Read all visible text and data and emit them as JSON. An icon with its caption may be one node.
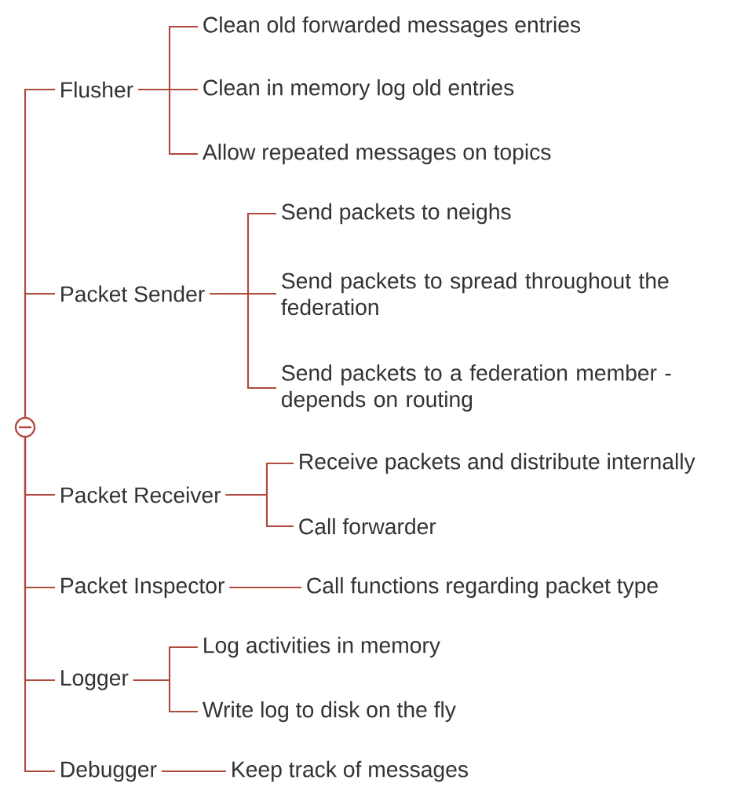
{
  "diagram": {
    "nodes": [
      {
        "text": [],
        "shape": "circle"
      },
      {
        "text": [
          "Flusher"
        ]
      },
      {
        "text": [
          "Clean old forwarded messages entries"
        ]
      },
      {
        "text": [
          "Clean in memory log old entries"
        ]
      },
      {
        "text": [
          "Allow repeated messages on topics"
        ]
      },
      {
        "text": [
          "Packet Sender"
        ]
      },
      {
        "text": [
          "Send packets to neighs"
        ]
      },
      {
        "text": [
          "Send packets to spread throughout the federation"
        ]
      },
      {
        "text": [
          "Send packets to a federation member - depends on routing"
        ]
      },
      {
        "text": [
          "Packet Receiver"
        ]
      },
      {
        "text": [
          "Receive packets and distribute internally"
        ]
      },
      {
        "text": [
          "Call forwarder"
        ]
      },
      {
        "text": [
          "Packet Inspector"
        ]
      },
      {
        "text": [
          "Call functions regarding packet type"
        ]
      },
      {
        "text": [
          "Logger"
        ]
      },
      {
        "text": [
          "Log activities in memory"
        ]
      },
      {
        "text": [
          "Write log to disk on the fly"
        ]
      },
      {
        "text": [
          "Debugger"
        ]
      },
      {
        "text": [
          "Keep track of messages"
        ]
      }
    ],
    "edges": [
      {
        "from": 0,
        "to": 1,
        "arrow": "none"
      },
      {
        "from": 0,
        "to": 5,
        "arrow": "none"
      },
      {
        "from": 0,
        "to": 9,
        "arrow": "none"
      },
      {
        "from": 0,
        "to": 12,
        "arrow": "none"
      },
      {
        "from": 0,
        "to": 14,
        "arrow": "none"
      },
      {
        "from": 0,
        "to": 17,
        "arrow": "none"
      },
      {
        "from": 1,
        "to": 2,
        "arrow": "none"
      },
      {
        "from": 1,
        "to": 3,
        "arrow": "none"
      },
      {
        "from": 1,
        "to": 4,
        "arrow": "none"
      },
      {
        "from": 5,
        "to": 6,
        "arrow": "none"
      },
      {
        "from": 5,
        "to": 7,
        "arrow": "none"
      },
      {
        "from": 5,
        "to": 8,
        "arrow": "none"
      },
      {
        "from": 9,
        "to": 10,
        "arrow": "none"
      },
      {
        "from": 9,
        "to": 11,
        "arrow": "none"
      },
      {
        "from": 12,
        "to": 13,
        "arrow": "none"
      },
      {
        "from": 14,
        "to": 15,
        "arrow": "none"
      },
      {
        "from": 14,
        "to": 16,
        "arrow": "none"
      },
      {
        "from": 17,
        "to": 18,
        "arrow": "none"
      }
    ]
  }
}
